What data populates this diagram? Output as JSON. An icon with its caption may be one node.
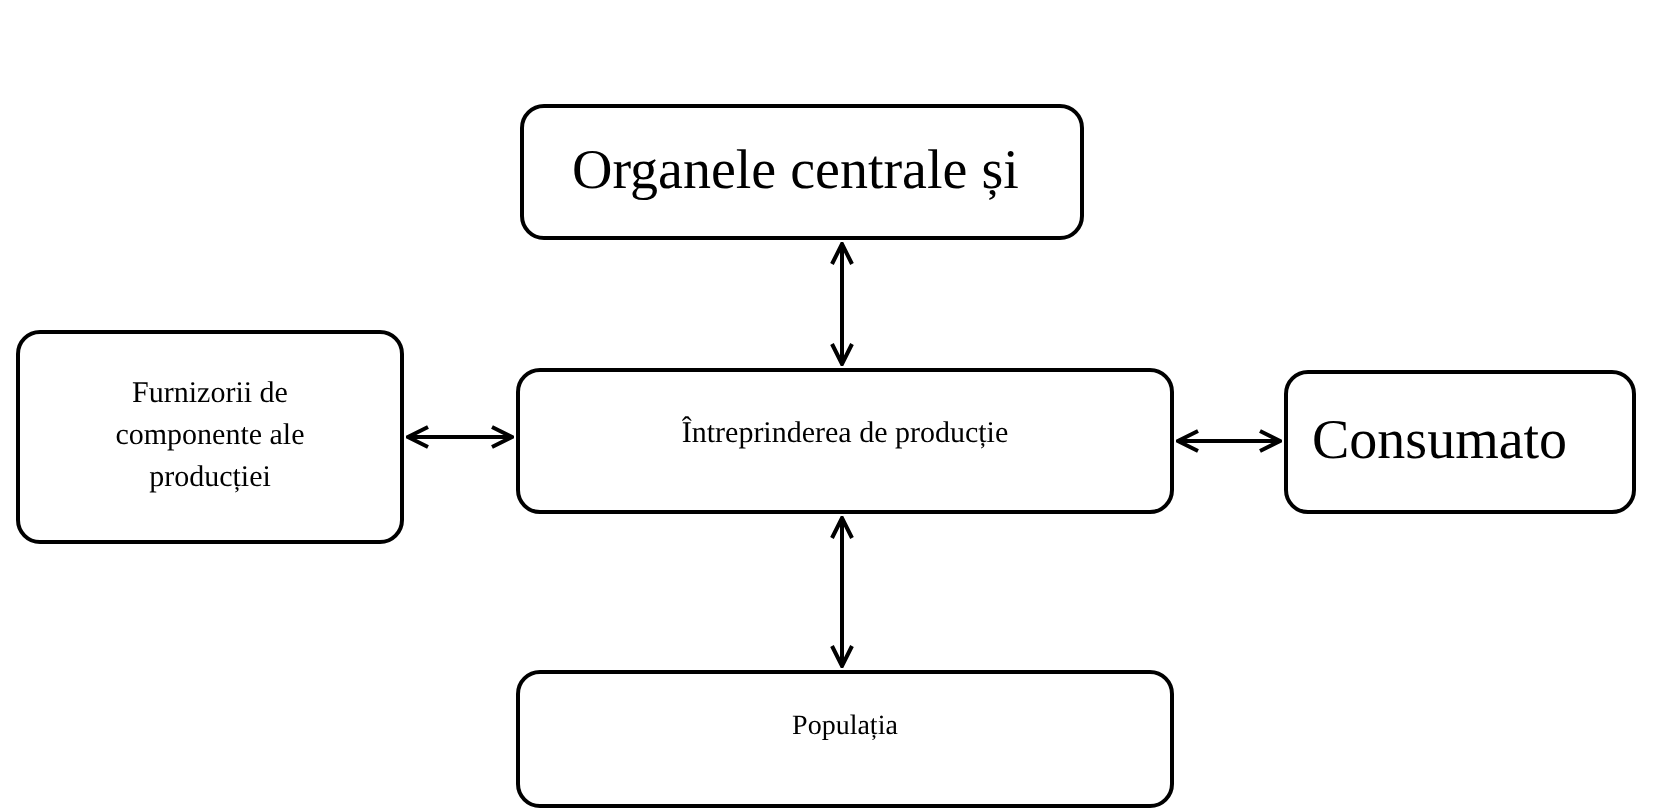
{
  "diagram": {
    "nodes": [
      {
        "text": [
          "Organele centrale și"
        ]
      },
      {
        "text": [
          "Furnizorii de componente ale producției"
        ]
      },
      {
        "text": [
          "Întreprinderea de producție"
        ]
      },
      {
        "text": [
          "Consumato"
        ]
      },
      {
        "text": [
          "Populația"
        ]
      }
    ],
    "edges": [
      {
        "from": 0,
        "to": 2,
        "arrow": "both"
      },
      {
        "from": 1,
        "to": 2,
        "arrow": "both"
      },
      {
        "from": 2,
        "to": 3,
        "arrow": "both"
      },
      {
        "from": 2,
        "to": 4,
        "arrow": "both"
      }
    ]
  }
}
